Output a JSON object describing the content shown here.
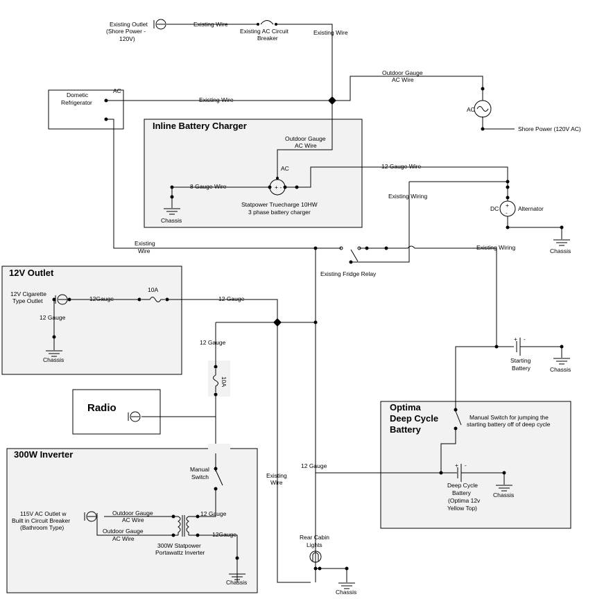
{
  "boxes": {
    "inline_charger": "Inline Battery Charger",
    "outlet_12v": "12V Outlet",
    "radio": "Radio",
    "inverter": "300W Inverter",
    "optima_line1": "Optima",
    "optima_line2": "Deep Cycle",
    "optima_line3": "Battery"
  },
  "labels": {
    "existing_outlet_1": "Existing Outlet",
    "existing_outlet_2": "(Shore Power -",
    "existing_outlet_3": "120V)",
    "existing_wire_top": "Existing Wire",
    "ac_breaker_1": "Existing AC Circuit",
    "ac_breaker_2": "Breaker",
    "existing_wire_right": "Existing Wire",
    "dometic_1": "Dometic",
    "dometic_2": "Refrigerator",
    "ac_fridge": "AC",
    "existing_wire_mid": "Existing Wire",
    "outdoor_gauge_top_1": "Outdoor Gauge",
    "outdoor_gauge_top_2": "AC Wire",
    "ac_shore": "AC",
    "shore_power": "Shore Power (120V AC)",
    "outdoor_gauge_charger_1": "Outdoor Gauge",
    "outdoor_gauge_charger_2": "AC Wire",
    "ac_charger": "AC",
    "gauge_8": "8 Gauge Wire",
    "charger_1": "Statpower Truecharge 10HW",
    "charger_2": "3 phase battery charger",
    "chassis_charger": "Chassis",
    "gauge_12_top": "12 Gauge Wire",
    "existing_wiring_1": "Existing Wiring",
    "dc": "DC",
    "alternator": "Alternator",
    "chassis_alt": "Chassis",
    "existing_wire_left_1": "Existing",
    "existing_wire_left_2": "Wire",
    "existing_wiring_2": "Existing Wiring",
    "fridge_relay": "Existing Fridge Relay",
    "cig_1": "12V Cigarette",
    "cig_2": "Type Outlet",
    "gauge_12_a": "12Gauge",
    "fuse_10a": "10A",
    "gauge_12_b": "12 Gauge",
    "gauge_12_c": "12 Gauge",
    "chassis_12v": "Chassis",
    "gauge_12_d": "12 Gauge",
    "fuse_10a_v": "10A",
    "starting_battery_1": "Starting",
    "starting_battery_2": "Battery",
    "chassis_start": "Chassis",
    "manual_jump_1": "Manual Switch for jumping the",
    "manual_jump_2": "starting battery off of deep cycle",
    "manual_switch_1": "Manual",
    "manual_switch_2": "Switch",
    "gauge_12_e": "12 Gauge",
    "existing_wire_low_1": "Existing",
    "existing_wire_low_2": "Wire",
    "deep_cycle_1": "Deep Cycle",
    "deep_cycle_2": "Battery",
    "deep_cycle_3": "(Optima 12v",
    "deep_cycle_4": "Yellow Top)",
    "chassis_deep": "Chassis",
    "ac_outlet_1": "115V AC Outlet w",
    "ac_outlet_2": "Built in Circuit Breaker",
    "ac_outlet_3": "(Bathroom Type)",
    "og_inv_1a": "Outdoor Gauge",
    "og_inv_1b": "AC Wire",
    "og_inv_2a": "Outdoor Gauge",
    "og_inv_2b": "AC Wire",
    "gauge_12_f": "12 Gauge",
    "gauge_12_g": "12Gauge",
    "inverter_1": "300W Statpower",
    "inverter_2": "Portawattz Inverter",
    "chassis_inv": "Chassis",
    "rear_1": "Rear Cabin",
    "rear_2": "Lights",
    "chassis_rear": "Chassis"
  }
}
